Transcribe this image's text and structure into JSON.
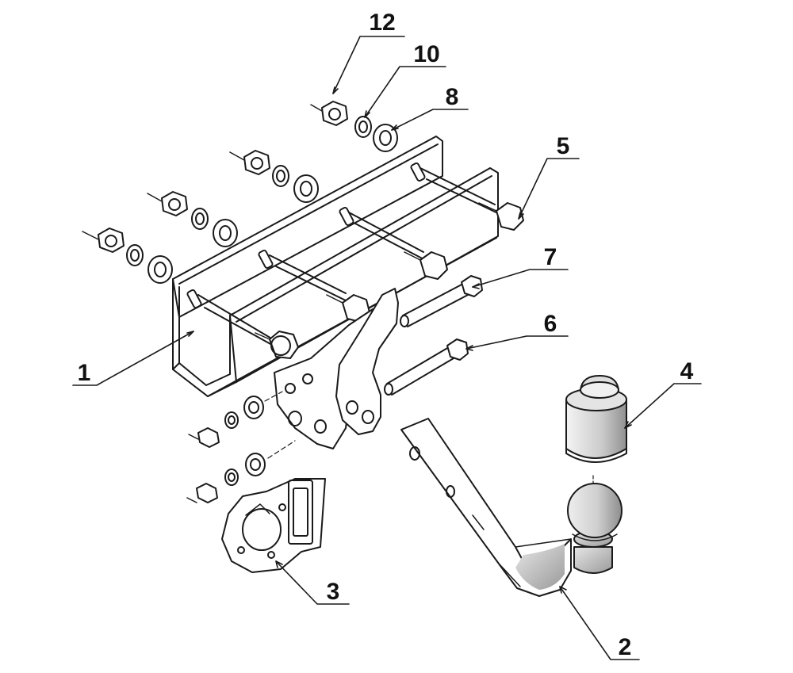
{
  "callouts": [
    {
      "id": "c1",
      "label": "1"
    },
    {
      "id": "c2",
      "label": "2"
    },
    {
      "id": "c3",
      "label": "3"
    },
    {
      "id": "c4",
      "label": "4"
    },
    {
      "id": "c5",
      "label": "5"
    },
    {
      "id": "c6",
      "label": "6"
    },
    {
      "id": "c7",
      "label": "7"
    },
    {
      "id": "c8",
      "label": "8"
    },
    {
      "id": "c10",
      "label": "10"
    },
    {
      "id": "c12",
      "label": "12"
    }
  ],
  "colors": {
    "line": "#1a1a1a",
    "background": "#ffffff",
    "shade": "#bdbdbd"
  }
}
